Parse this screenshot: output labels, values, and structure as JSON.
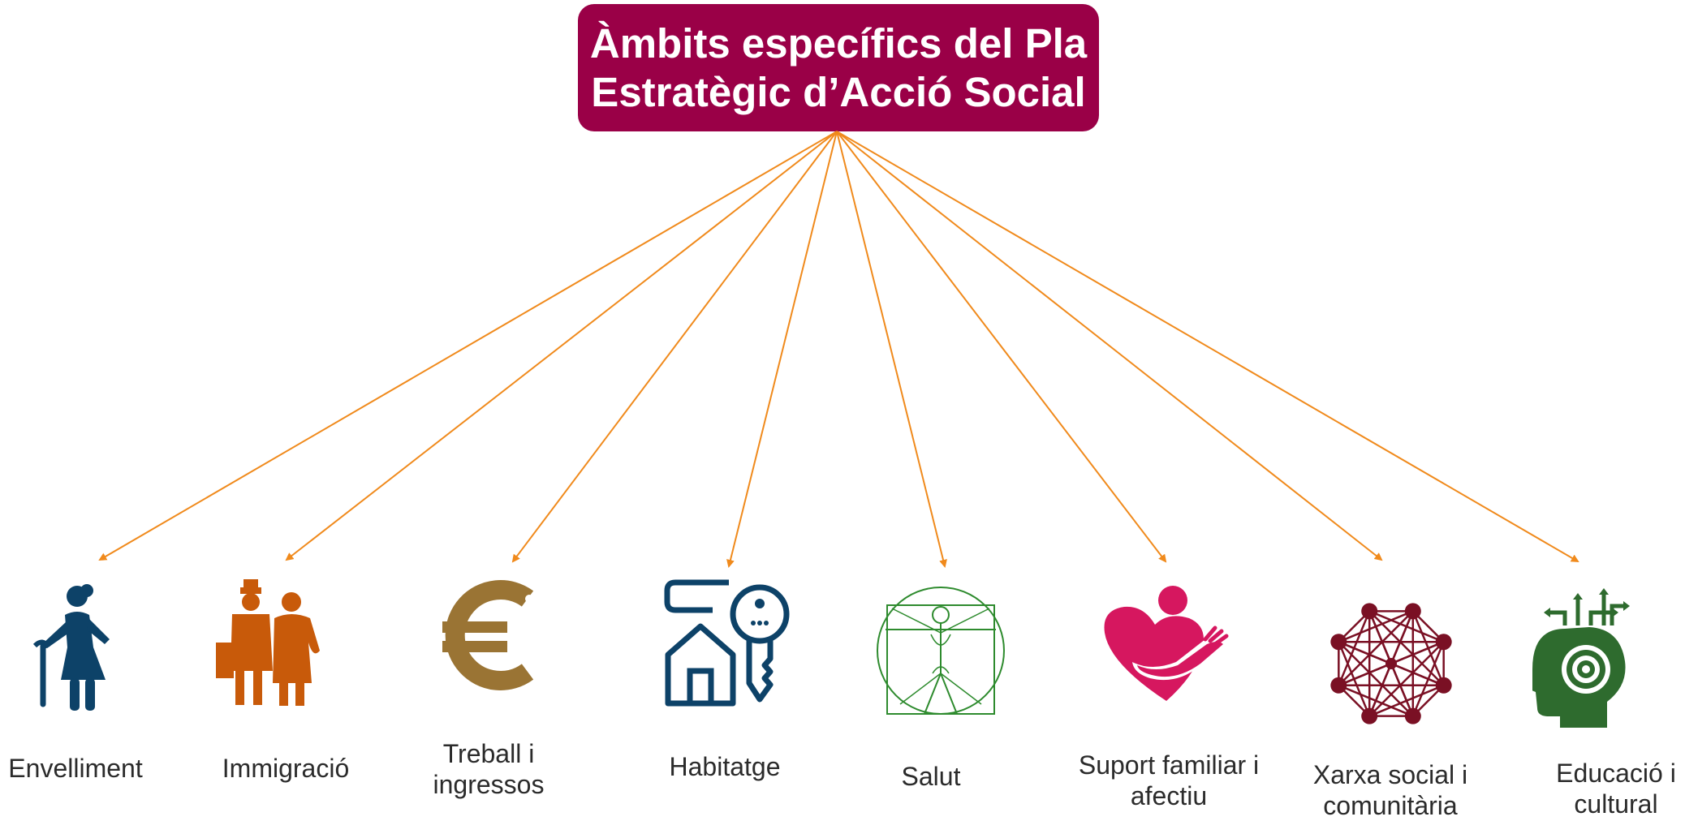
{
  "title": {
    "line1": "Àmbits específics del Pla",
    "line2": "Estratègic d’Acció Social"
  },
  "colors": {
    "title_bg": "#9a0047",
    "arrow": "#f08a1c",
    "envelliment": "#0d4268",
    "immigracio": "#c85a0a",
    "treball": "#9a7434",
    "habitatge": "#0d4268",
    "salut": "#2e8b2e",
    "suport": "#d6175f",
    "xarxa": "#7a1024",
    "educacio": "#2e6b2e"
  },
  "items": [
    {
      "id": "envelliment",
      "line1": "Envelliment",
      "line2": "",
      "icon": "elderly-person-icon"
    },
    {
      "id": "immigracio",
      "line1": "Immigració",
      "line2": "",
      "icon": "migrants-icon"
    },
    {
      "id": "treball",
      "line1": "Treball i",
      "line2": "ingressos",
      "icon": "euro-icon"
    },
    {
      "id": "habitatge",
      "line1": "Habitatge",
      "line2": "",
      "icon": "house-key-icon"
    },
    {
      "id": "salut",
      "line1": "Salut",
      "line2": "",
      "icon": "vitruvian-man-icon"
    },
    {
      "id": "suport",
      "line1": "Suport familiar i",
      "line2": "afectiu",
      "icon": "heart-hug-icon"
    },
    {
      "id": "xarxa",
      "line1": "Xarxa social i",
      "line2": "comunitària",
      "icon": "network-icon"
    },
    {
      "id": "educacio",
      "line1": "Educació i",
      "line2": "cultural",
      "icon": "head-target-icon"
    }
  ]
}
